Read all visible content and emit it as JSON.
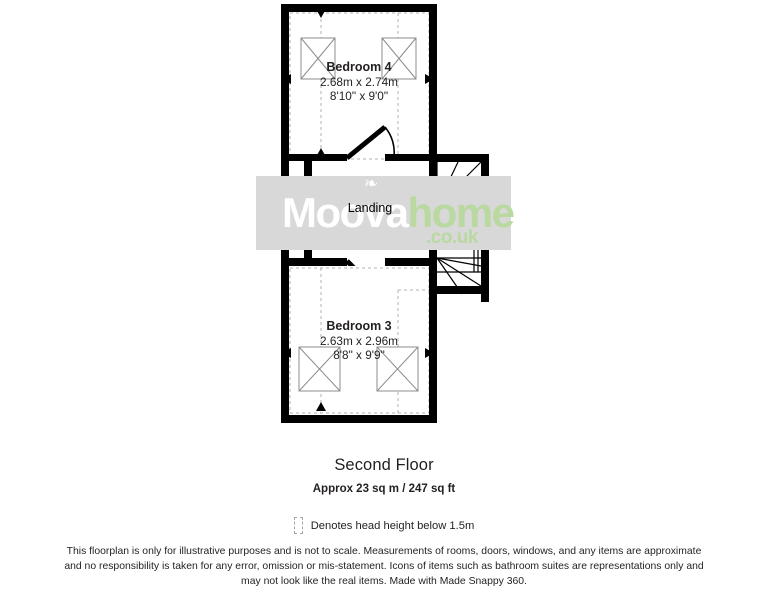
{
  "floorplan": {
    "rooms": [
      {
        "id": "bedroom-4",
        "name": "Bedroom 4",
        "dims_metric": "2.68m x 2.74m",
        "dims_imperial": "8'10\" x 9'0\""
      },
      {
        "id": "landing",
        "name": "Landing",
        "dims_metric": "",
        "dims_imperial": ""
      },
      {
        "id": "bedroom-3",
        "name": "Bedroom 3",
        "dims_metric": "2.63m x 2.96m",
        "dims_imperial": "8'8\" x 9'9\""
      }
    ],
    "colors": {
      "wall": "#000000",
      "background": "#ffffff",
      "fixture_outline": "#8c8c8c",
      "head_height_dash": "#b0b0b0",
      "watermark_band": "#d8d8d8",
      "watermark_green": "#b9d9a0",
      "watermark_white": "#ffffff",
      "text": "#231f20"
    }
  },
  "footer": {
    "floor_title": "Second Floor",
    "floor_area": "Approx 23 sq m / 247 sq ft",
    "legend_text": "Denotes head height below 1.5m",
    "disclaimer": "This floorplan is only for illustrative purposes and is not to scale. Measurements of rooms, doors, windows, and any items are approximate and no responsibility is taken for any error, omission or mis-statement. Icons of items such as bathroom suites are representations only and may not look like the real items. Made with Made Snappy 360."
  },
  "watermark": {
    "part1": "Moova",
    "part2": "home",
    "suffix": ".co.uk",
    "swirl": "❧"
  }
}
